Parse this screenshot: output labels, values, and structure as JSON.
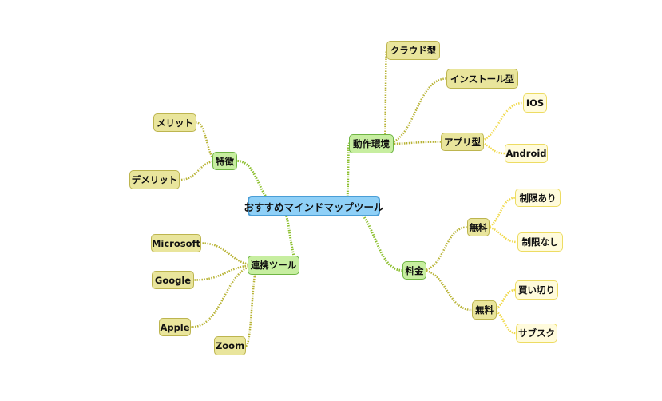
{
  "title": "おすすめマインドマップツール",
  "colors": {
    "root": "#8fd0f7",
    "level1": "#c7eea0",
    "level2": "#e9e59c",
    "level3": "#fffbdc",
    "link_green": "#8cbf2e",
    "link_olive": "#b8b335",
    "link_yellow": "#f0d94a"
  },
  "nodes": {
    "root": "おすすめマインドマップツール",
    "env": "動作環境",
    "cloud": "クラウド型",
    "install": "インストール型",
    "app": "アプリ型",
    "ios": "IOS",
    "android": "Android",
    "feat": "特徴",
    "merit": "メリット",
    "demerit": "デメリット",
    "link": "連携ツール",
    "ms": "Microsoft",
    "google": "Google",
    "apple": "Apple",
    "zoom": "Zoom",
    "price": "料金",
    "free1": "無料",
    "lim1": "制限あり",
    "lim2": "制限なし",
    "free2": "無料",
    "buy": "買い切り",
    "sub": "サブスク"
  },
  "edges": [
    [
      "root",
      "env",
      "link_green"
    ],
    [
      "root",
      "feat",
      "link_green"
    ],
    [
      "root",
      "link",
      "link_green"
    ],
    [
      "root",
      "price",
      "link_green"
    ],
    [
      "env",
      "cloud",
      "link_olive"
    ],
    [
      "env",
      "install",
      "link_olive"
    ],
    [
      "env",
      "app",
      "link_olive"
    ],
    [
      "app",
      "ios",
      "link_yellow"
    ],
    [
      "app",
      "android",
      "link_yellow"
    ],
    [
      "feat",
      "merit",
      "link_olive"
    ],
    [
      "feat",
      "demerit",
      "link_olive"
    ],
    [
      "link",
      "ms",
      "link_olive"
    ],
    [
      "link",
      "google",
      "link_olive"
    ],
    [
      "link",
      "apple",
      "link_olive"
    ],
    [
      "link",
      "zoom",
      "link_olive"
    ],
    [
      "price",
      "free1",
      "link_olive"
    ],
    [
      "price",
      "free2",
      "link_olive"
    ],
    [
      "free1",
      "lim1",
      "link_yellow"
    ],
    [
      "free1",
      "lim2",
      "link_yellow"
    ],
    [
      "free2",
      "buy",
      "link_yellow"
    ],
    [
      "free2",
      "sub",
      "link_yellow"
    ]
  ]
}
